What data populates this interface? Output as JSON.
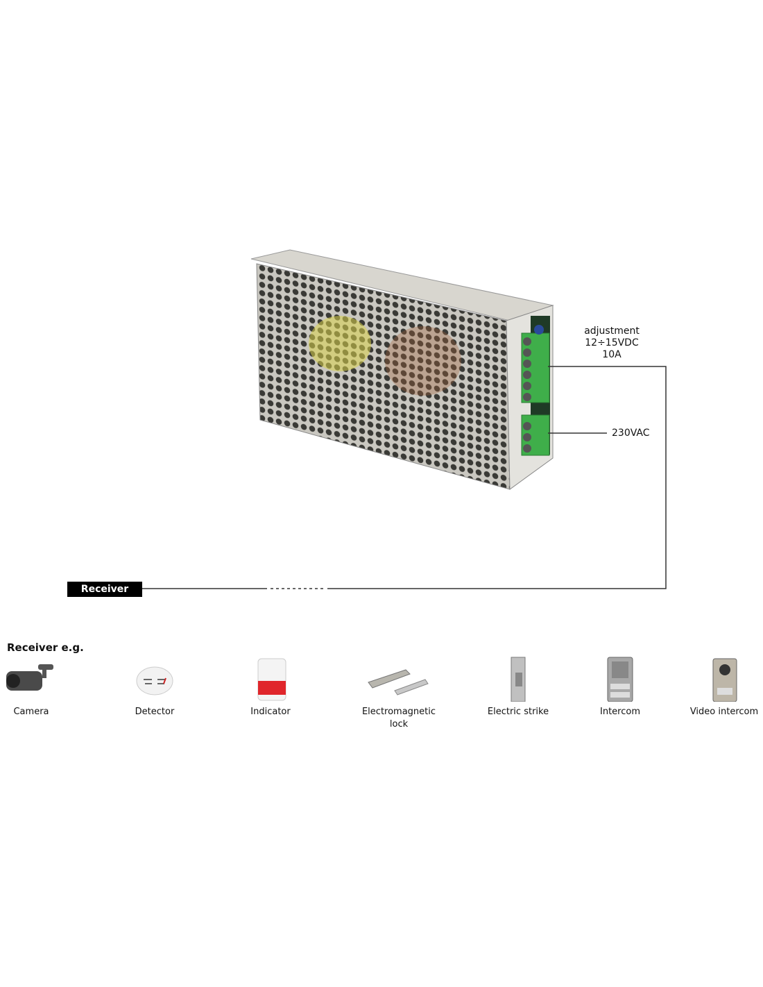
{
  "psu": {
    "output_label_lines": [
      "adjustment",
      "12÷15VDC",
      "10A"
    ],
    "input_label": "230VAC"
  },
  "receiver_label": "Receiver",
  "examples": {
    "title": "Receiver e.g.",
    "items": [
      {
        "label": "Camera",
        "icon": "camera-icon"
      },
      {
        "label": "Detector",
        "icon": "smoke-detector-icon"
      },
      {
        "label": "Indicator",
        "icon": "siren-indicator-icon"
      },
      {
        "label": "Electromagnetic lock",
        "icon": "electromagnetic-lock-icon"
      },
      {
        "label": "Electric strike",
        "icon": "electric-strike-icon"
      },
      {
        "label": "Intercom",
        "icon": "intercom-icon"
      },
      {
        "label": "Video intercom",
        "icon": "video-intercom-icon"
      }
    ]
  },
  "colors": {
    "terminal_green": "#3fae4a",
    "siren_red": "#e0262b",
    "metal": "#b8b6ae"
  }
}
